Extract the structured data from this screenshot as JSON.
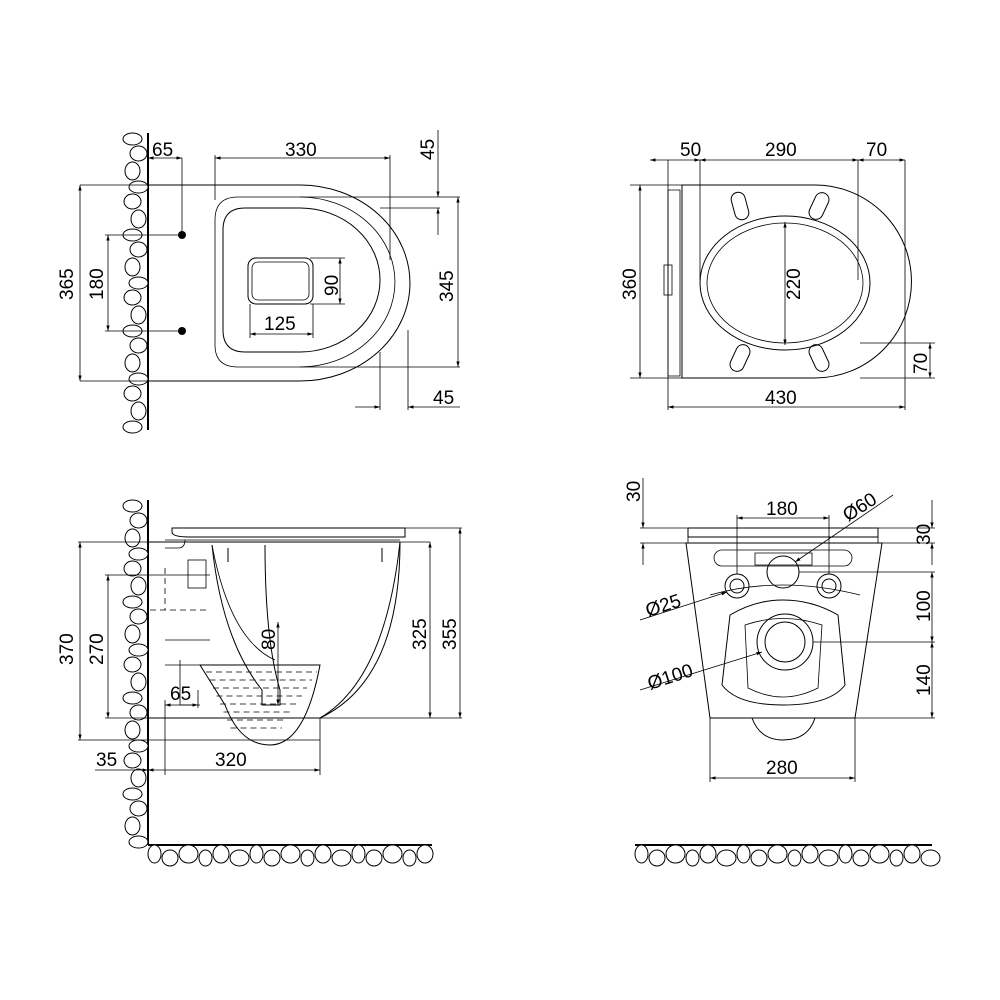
{
  "colors": {
    "line": "#000000",
    "background": "#ffffff"
  },
  "top_view": {
    "d_65": "65",
    "d_330": "330",
    "d_45_top": "45",
    "d_365": "365",
    "d_180": "180",
    "d_90": "90",
    "d_345": "345",
    "d_125": "125",
    "d_45_bottom": "45"
  },
  "seat_view": {
    "d_50": "50",
    "d_290": "290",
    "d_70_top": "70",
    "d_360": "360",
    "d_220": "220",
    "d_70_side": "70",
    "d_430": "430"
  },
  "side_view": {
    "d_370": "370",
    "d_270": "270",
    "d_80": "80",
    "d_325": "325",
    "d_355": "355",
    "d_65": "65",
    "d_35": "35",
    "d_320": "320"
  },
  "back_view": {
    "d_30_left": "30",
    "d_180": "180",
    "d_dia60": "Ø60",
    "d_30_right": "30",
    "d_dia25": "Ø25",
    "d_100": "100",
    "d_dia100": "Ø100",
    "d_140": "140",
    "d_280": "280"
  }
}
